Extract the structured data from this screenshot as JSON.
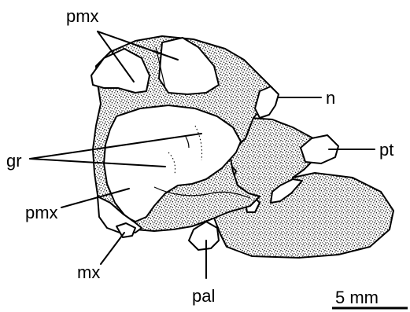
{
  "labels": {
    "pmx_top": "pmx",
    "n": "n",
    "gr": "gr",
    "pt": "pt",
    "pmx_left": "pmx",
    "mx": "mx",
    "pal": "pal"
  },
  "scale_bar": {
    "label": "5 mm"
  }
}
